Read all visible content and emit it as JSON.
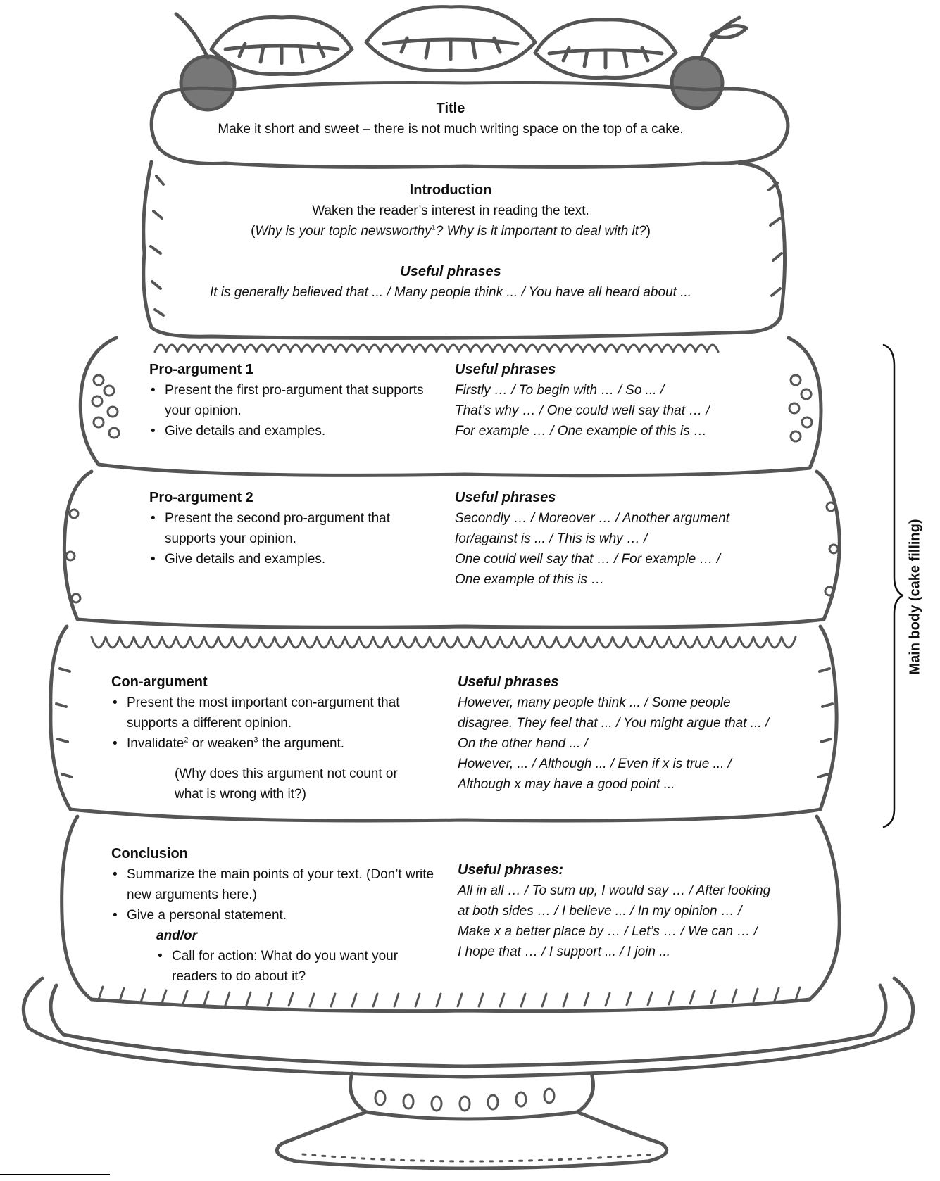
{
  "title_section": {
    "heading": "Title",
    "text": "Make it short and sweet – there is not much writing space on the top of a cake."
  },
  "introduction": {
    "heading": "Introduction",
    "line1": "Waken the reader’s interest in reading the text.",
    "q_open": "(",
    "q_part1": "Why is your topic newsworthy",
    "q_sup": "1",
    "q_part2": "? Why is it important to deal with it?",
    "q_close": ")",
    "phrases_heading": "Useful phrases",
    "phrases": "It is generally believed that ... / Many people think ... / You have all heard about ..."
  },
  "pro1": {
    "heading": "Pro-argument 1",
    "bullets": [
      "Present the first pro-argument that supports your opinion.",
      "Give details and examples."
    ],
    "phrases_heading": "Useful phrases",
    "phrases": [
      "Firstly … / To begin with … / So ... /",
      "That’s why … / One could well say that … /",
      "For example … / One example of this is …"
    ]
  },
  "pro2": {
    "heading": "Pro-argument 2",
    "bullets": [
      "Present the second pro-argument that supports your opinion.",
      "Give details and examples."
    ],
    "phrases_heading": "Useful phrases",
    "phrases": [
      "Secondly … / Moreover … / Another argument",
      "for/against is ... / This is why … /",
      "One could well say that … / For example … /",
      "One example of this is …"
    ]
  },
  "con": {
    "heading": "Con-argument",
    "bullet1": "Present the most important con-argument that supports a different opinion.",
    "bullet2_a": "Invalidate",
    "bullet2_sup1": "2",
    "bullet2_b": " or weaken",
    "bullet2_sup2": "3",
    "bullet2_c": " the argument.",
    "note_line1": "(Why does this argument not count or",
    "note_line2": "what is wrong with it?)",
    "phrases_heading": "Useful phrases",
    "phrases": [
      "However, many people think ... / Some people",
      "disagree. They feel that ... / You might argue that ... /",
      "On the other hand ... /",
      "However, ... / Although ... / Even if x is true ... /",
      "Although x may have a good point ..."
    ]
  },
  "conclusion": {
    "heading": "Conclusion",
    "bullets": [
      "Summarize the main points of your text. (Don’t write new arguments here.)",
      "Give a personal statement."
    ],
    "and_or": "and/or",
    "sub_bullet": "Call for action: What do you want your readers to do about it?",
    "phrases_heading": "Useful phrases:",
    "phrases": [
      "All in all … / To sum up, I would say … / After looking",
      "at both sides … / I believe ... / In my opinion … /",
      "Make x a better place by … / Let’s … / We can … /",
      "I hope that … / I support ... / I join ..."
    ]
  },
  "side_label": "Main body (cake filling)",
  "colors": {
    "ink": "#555555",
    "text": "#111111"
  }
}
